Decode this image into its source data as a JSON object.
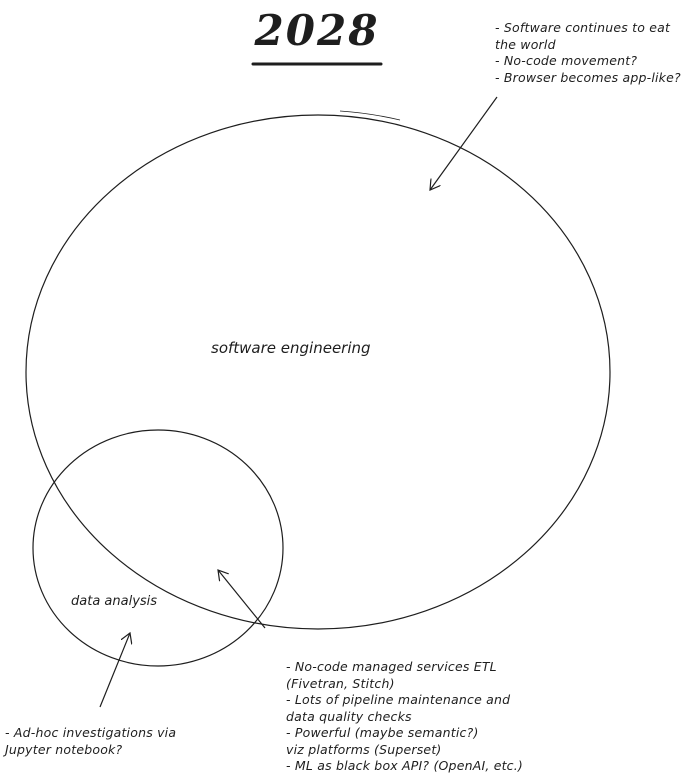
{
  "title": "2028",
  "circles": {
    "software_engineering": "software engineering",
    "data_analysis": "data analysis"
  },
  "notes": {
    "software": [
      "- Software continues to eat",
      "the world",
      "- No-code movement?",
      "- Browser becomes app-like?"
    ],
    "overlap": [
      "- No-code managed services ETL",
      "(Fivetran, Stitch)",
      "- Lots of pipeline maintenance and",
      "data quality checks",
      "- Powerful (maybe semantic?)",
      "viz platforms (Superset)",
      "- ML as black box API? (OpenAI, etc.)"
    ],
    "data": [
      "- Ad-hoc investigations via",
      "Jupyter notebook?"
    ]
  },
  "colors": {
    "stroke": "#1e1e1e",
    "background": "#ffffff"
  }
}
